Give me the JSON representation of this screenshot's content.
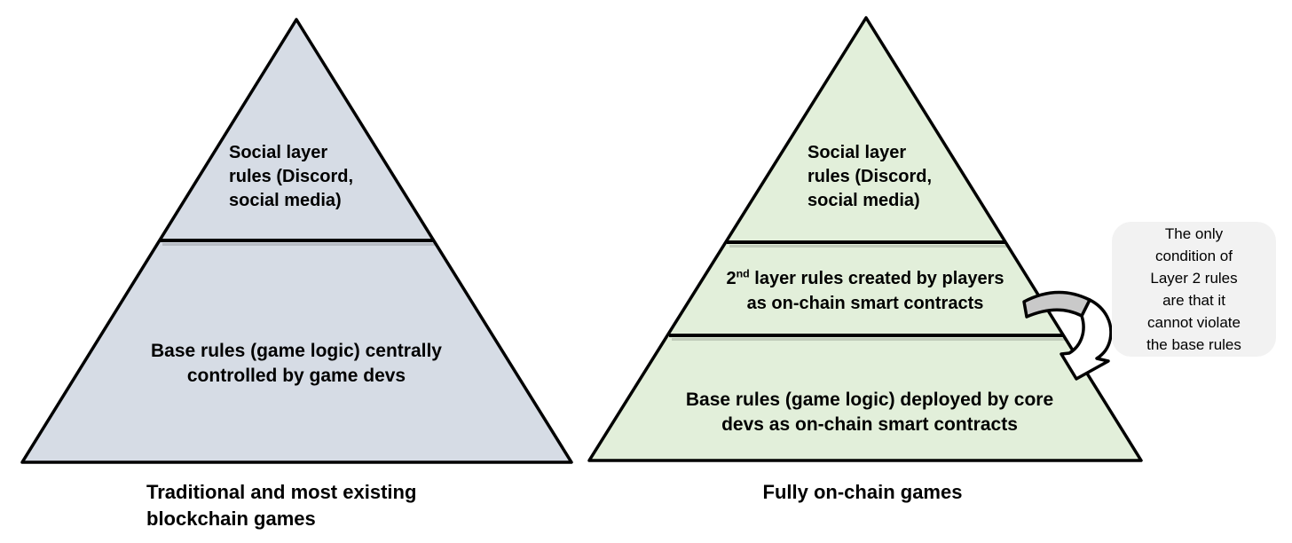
{
  "colors": {
    "left_pyramid_fill": "#d6dce5",
    "right_pyramid_fill": "#e2efda",
    "callout_fill": "#f2f2f2",
    "outline": "#000000",
    "arrow_tail_fill": "#c9c9c9",
    "arrow_body_fill": "#ffffff",
    "text": "#000000"
  },
  "left_pyramid": {
    "social_layer": {
      "line1": "Social layer",
      "line2": "rules (Discord,",
      "line3": "social media)"
    },
    "base_layer": {
      "line1": "Base rules (game logic) centrally",
      "line2": "controlled by game devs"
    },
    "caption": {
      "line1": "Traditional and most existing",
      "line2": "blockchain games"
    }
  },
  "right_pyramid": {
    "social_layer": {
      "line1": "Social layer",
      "line2": "rules (Discord,",
      "line3": "social media)"
    },
    "second_layer": {
      "num": "2",
      "ordinal": "nd",
      "line1_rest": " layer rules created by players",
      "line2": "as on-chain smart contracts"
    },
    "base_layer": {
      "line1": "Base rules (game logic) deployed by core",
      "line2": "devs as on-chain smart contracts"
    },
    "caption": "Fully on-chain games"
  },
  "callout": {
    "line1": "The only",
    "line2": "condition of",
    "line3": "Layer 2 rules",
    "line4": "are that it",
    "line5": "cannot violate",
    "line6": "the base rules"
  }
}
